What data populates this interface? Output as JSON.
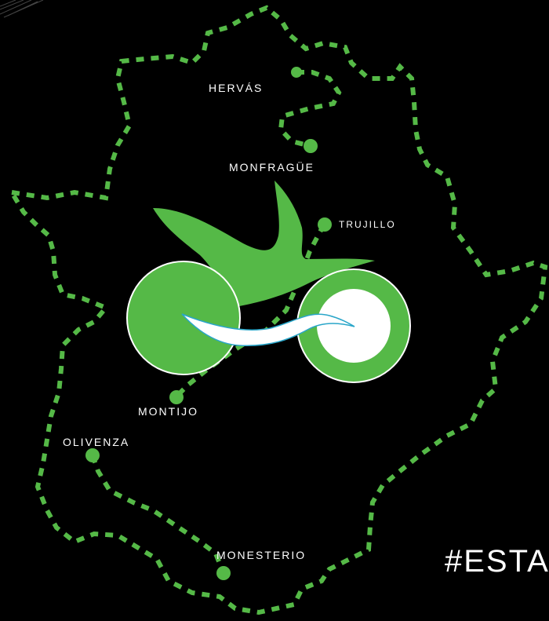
{
  "map": {
    "background_color": "#000000",
    "route_color": "#55b947",
    "logo_color": "#55b947",
    "label_color": "#ffffff",
    "towns": [
      {
        "id": "hervas",
        "name": "HERVÁS"
      },
      {
        "id": "monfrague",
        "name": "MONFRAGÜE"
      },
      {
        "id": "trujillo",
        "name": "TRUJILLO"
      },
      {
        "id": "montijo",
        "name": "MONTIJO"
      },
      {
        "id": "olivenza",
        "name": "OLIVENZA"
      },
      {
        "id": "monesterio",
        "name": "MONESTERIO"
      }
    ],
    "hashtag": "#ESTA"
  }
}
